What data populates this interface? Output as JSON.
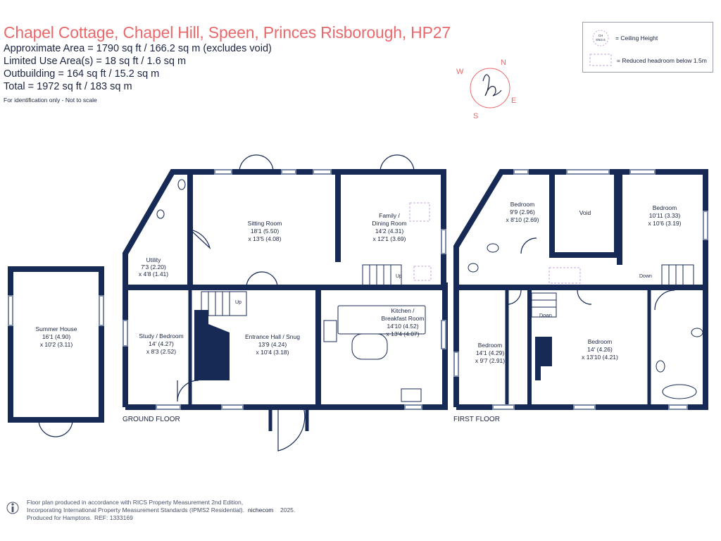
{
  "header": {
    "title": "Chapel Cottage, Chapel Hill, Speen, Princes Risborough, HP27",
    "areas": [
      "Approximate Area = 1790 sq ft / 166.2 sq m (excludes void)",
      "Limited Use Area(s) = 18 sq ft / 1.6 sq m",
      "Outbuilding = 164 sq ft / 15.2 sq m",
      "Total = 1972 sq ft / 183 sq m"
    ],
    "note": "For identification only - Not to scale"
  },
  "legend": {
    "ceiling_symbol_top": "CH",
    "ceiling_symbol_bottom": "8'5/2.6",
    "ceiling_label": "= Ceiling Height",
    "reduced_label": "= Reduced headroom below 1.5m"
  },
  "compass": {
    "n": "N",
    "e": "E",
    "s": "S",
    "w": "W",
    "logo": "h"
  },
  "floors": {
    "ground": "GROUND FLOOR",
    "first": "FIRST FLOOR"
  },
  "rooms": {
    "summer_house": [
      "Summer House",
      "16'1 (4.90)",
      "x 10'2 (3.11)"
    ],
    "utility": [
      "Utility",
      "7'3 (2.20)",
      "x 4'8 (1.41)"
    ],
    "sitting_room": [
      "Sitting Room",
      "18'1 (5.50)",
      "x 13'5 (4.08)"
    ],
    "family_dining": [
      "Family /",
      "Dining Room",
      "14'2 (4.31)",
      "x 12'1 (3.69)"
    ],
    "study": [
      "Study / Bedroom",
      "14' (4.27)",
      "x 8'3 (2.52)"
    ],
    "entrance_hall": [
      "Entrance Hall / Snug",
      "13'9 (4.24)",
      "x 10'4 (3.18)"
    ],
    "kitchen": [
      "Kitchen /",
      "Breakfast Room",
      "14'10 (4.52)",
      "x 13'4 (4.07)"
    ],
    "bedroom_small": [
      "Bedroom",
      "9'9 (2.96)",
      "x 8'10 (2.69)"
    ],
    "void": [
      "Void"
    ],
    "bedroom_right": [
      "Bedroom",
      "10'11 (3.33)",
      "x 10'6 (3.19)"
    ],
    "bedroom_left": [
      "Bedroom",
      "14'1 (4.29)",
      "x 9'7 (2.91)"
    ],
    "bedroom_main": [
      "Bedroom",
      "14' (4.26)",
      "x 13'10 (4.21)"
    ]
  },
  "stairs": {
    "up1": "Up",
    "up2": "Up",
    "down1": "Down",
    "down2": "Down"
  },
  "footer": {
    "line1": "Floor plan produced in accordance with RICS Property Measurement 2nd Edition,",
    "line2": "Incorporating International Property Measurement Standards (IPMS2 Residential).",
    "line3": "Produced for Hamptons.",
    "ref": "REF:  1333169",
    "brand": "nichecom",
    "year": "2025."
  },
  "colors": {
    "wall": "#172a55",
    "title": "#e8696b",
    "window": "#7a8aa6",
    "reduced": "#c9a7d8"
  }
}
